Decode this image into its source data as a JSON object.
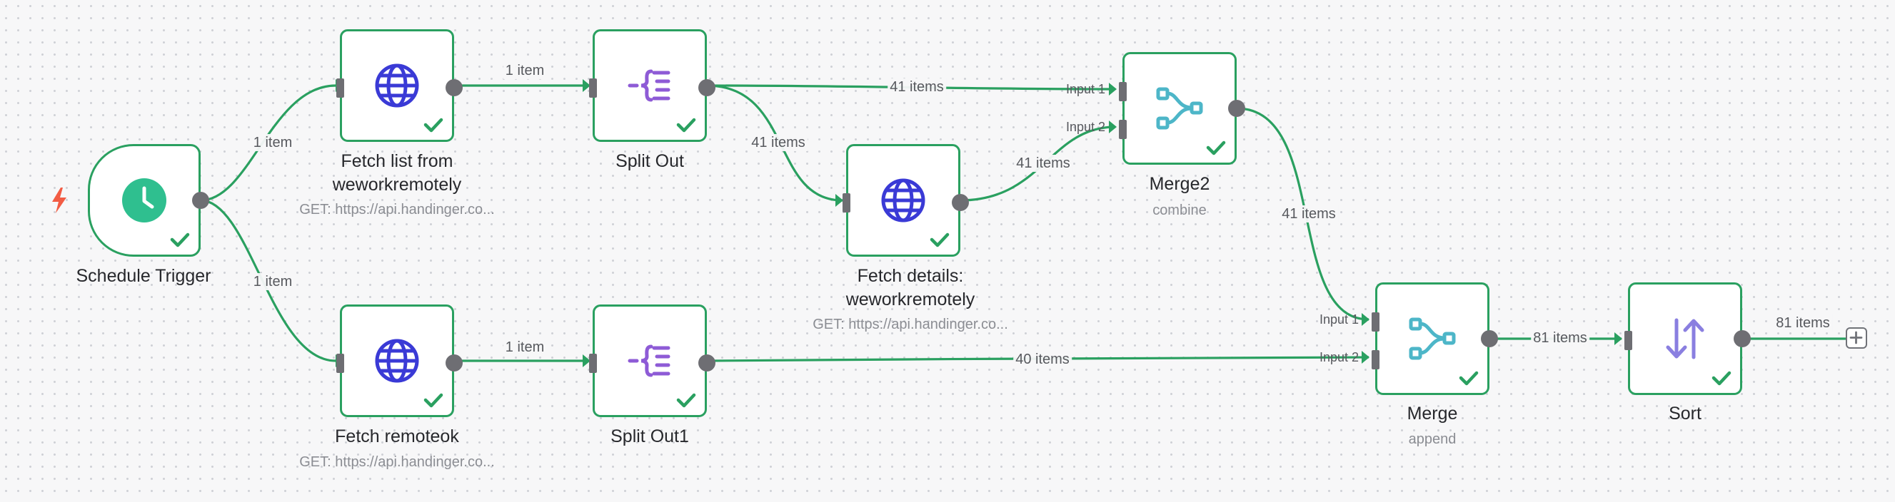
{
  "nodes": {
    "schedule_trigger": {
      "label": "Schedule Trigger",
      "icon": "clock-icon"
    },
    "fetch_wwr": {
      "label_line1": "Fetch list from",
      "label_line2": "weworkremotely",
      "subtitle": "GET: https://api.handinger.co...",
      "icon": "globe-icon"
    },
    "split_out": {
      "label": "Split Out",
      "icon": "split-out-icon"
    },
    "fetch_details": {
      "label_line1": "Fetch details:",
      "label_line2": "weworkremotely",
      "subtitle": "GET: https://api.handinger.co...",
      "icon": "globe-icon"
    },
    "merge2": {
      "label": "Merge2",
      "subtitle": "combine",
      "icon": "merge-icon",
      "input1": "Input 1",
      "input2": "Input 2"
    },
    "fetch_remoteok": {
      "label": "Fetch remoteok",
      "subtitle": "GET: https://api.handinger.co...",
      "icon": "globe-icon"
    },
    "split_out1": {
      "label": "Split Out1",
      "icon": "split-out-icon"
    },
    "merge": {
      "label": "Merge",
      "subtitle": "append",
      "icon": "merge-icon",
      "input1": "Input 1",
      "input2": "Input 2"
    },
    "sort": {
      "label": "Sort",
      "icon": "sort-icon"
    }
  },
  "edges": {
    "trigger_to_fetch_wwr": "1 item",
    "trigger_to_fetch_remoteok": "1 item",
    "fetch_wwr_to_split_out": "1 item",
    "split_out_to_merge2": "41 items",
    "split_out_to_fetch_details": "41 items",
    "fetch_details_to_merge2": "41 items",
    "merge2_to_merge": "41 items",
    "fetch_remoteok_to_split_out1": "1 item",
    "split_out1_to_merge": "40 items",
    "merge_to_sort": "81 items",
    "sort_output": "81 items"
  },
  "colors": {
    "success": "#2aa060",
    "trigger_icon": "#2fbf8f",
    "http_icon": "#3a3ad6",
    "split_icon": "#8e5bd6",
    "merge_icon": "#4db6c8",
    "sort_icon": "#8a7fe0",
    "trigger_bolt": "#f25c44"
  }
}
